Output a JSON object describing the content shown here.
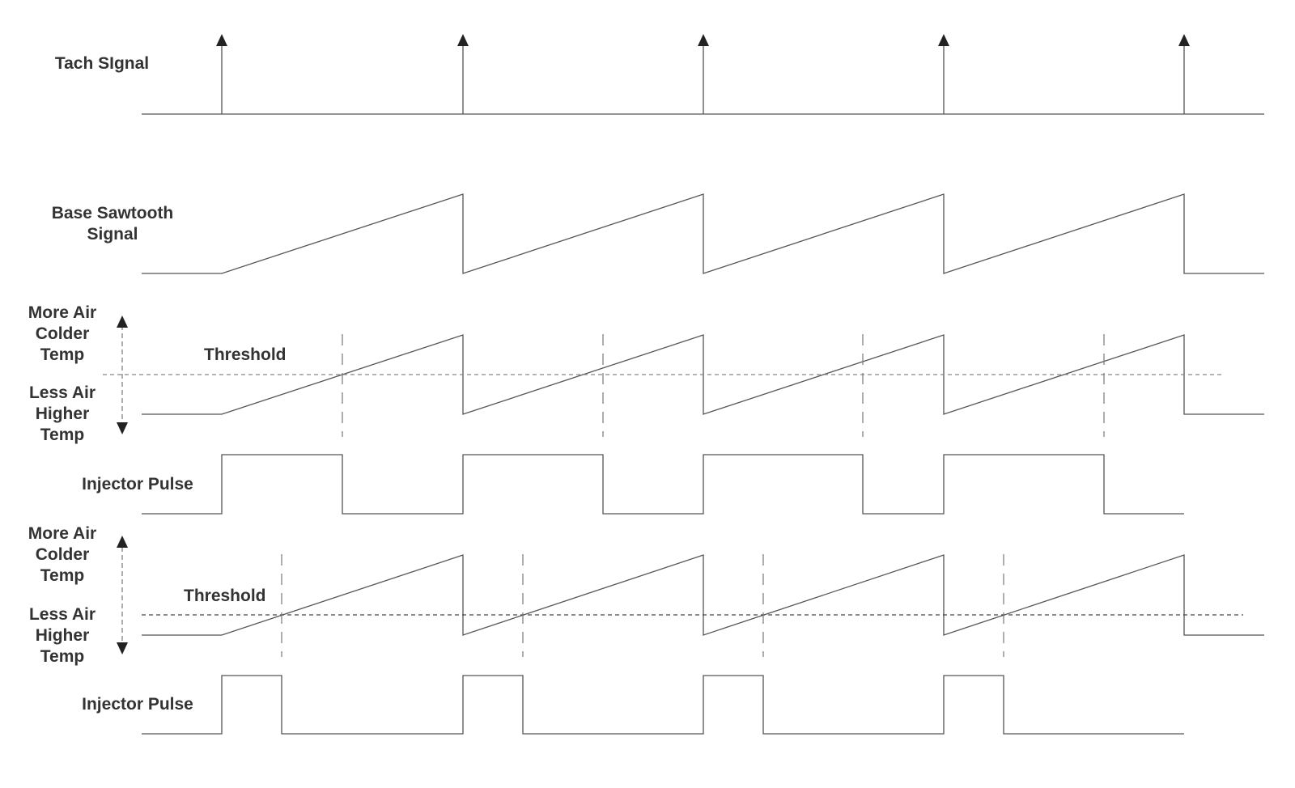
{
  "labels": {
    "tach": "Tach SIgnal",
    "sawtooth": [
      "Base Sawtooth",
      "Signal"
    ],
    "more_air": [
      "More Air",
      "Colder",
      "Temp"
    ],
    "less_air": [
      "Less Air",
      "Higher",
      "Temp"
    ],
    "threshold": "Threshold",
    "injector": "Injector Pulse"
  },
  "colors": {
    "line": "#555555",
    "text": "#333333"
  },
  "icons": [
    "arrow-up-icon",
    "arrow-down-icon"
  ]
}
